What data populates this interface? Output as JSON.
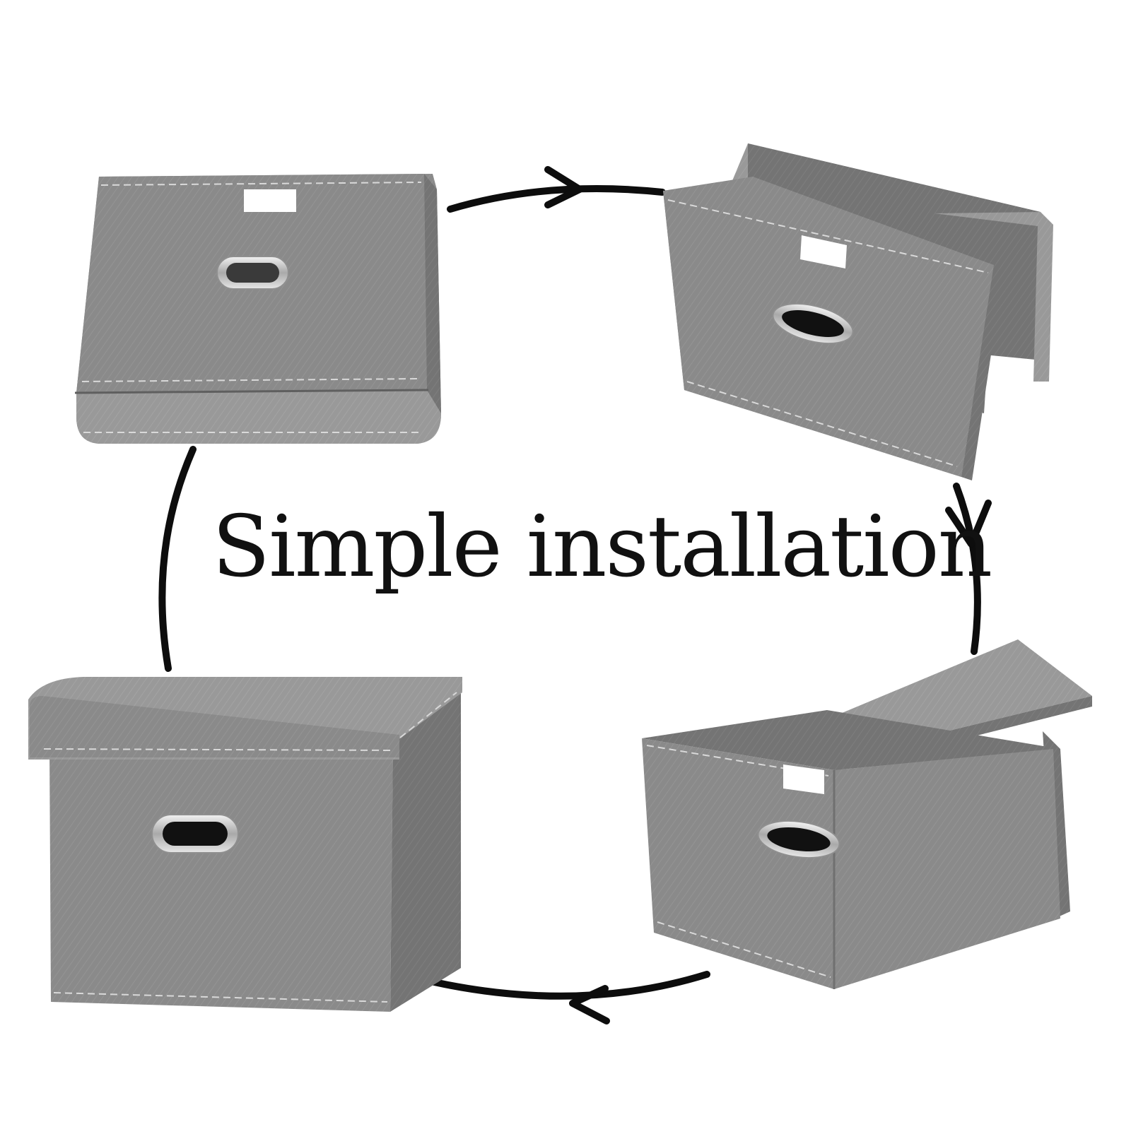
{
  "headline": "Simple installation",
  "colors": {
    "background": "#ffffff",
    "arrow": "#0d0d0d",
    "fabric": "#8a8a8a",
    "fabric_light": "#9a9a9a",
    "fabric_dark": "#6f6f6f",
    "stitch": "#d9d9d9",
    "label_patch": "#ffffff",
    "handle_metal": "#c8c8c8"
  },
  "steps": [
    {
      "name": "folded-box",
      "icon": "folded-fabric-box-icon"
    },
    {
      "name": "unfolding-box",
      "icon": "unfolding-fabric-box-icon"
    },
    {
      "name": "open-lid-box",
      "icon": "open-lid-fabric-box-icon"
    },
    {
      "name": "closed-lid-box",
      "icon": "closed-lid-fabric-box-icon"
    }
  ]
}
